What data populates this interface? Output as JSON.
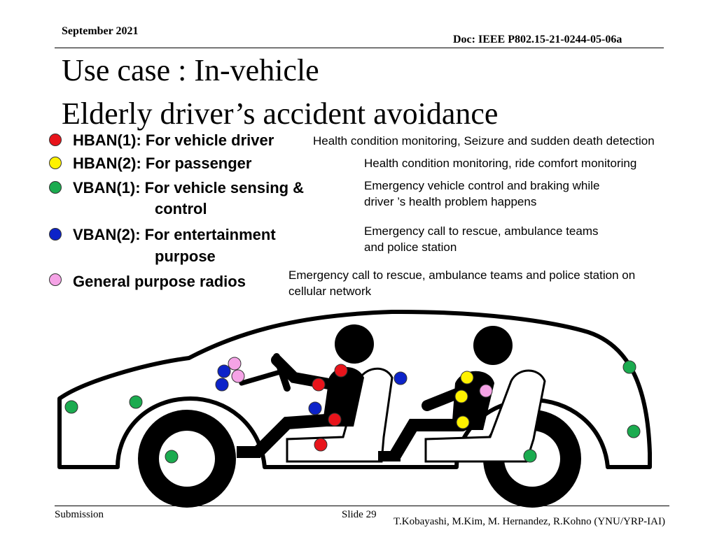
{
  "header": {
    "date": "September 2021",
    "doc_id": "Doc: IEEE P802.15-21-0244-05-06a"
  },
  "title": {
    "line1": "Use case : In-vehicle",
    "line2": "Elderly driver’s accident avoidance"
  },
  "colors": {
    "hban1": "#e8141b",
    "hban2": "#fff200",
    "vban1": "#1bab4f",
    "vban2": "#0c23c9",
    "general": "#f5a3e6"
  },
  "legend": [
    {
      "key": "hban1",
      "label_line1": "HBAN(1): For vehicle driver",
      "label_line2": "",
      "desc_line1": "Health condition monitoring, Seizure and sudden death detection",
      "desc_line2": ""
    },
    {
      "key": "hban2",
      "label_line1": "HBAN(2): For passenger",
      "label_line2": "",
      "desc_line1": "Health condition monitoring, ride comfort monitoring",
      "desc_line2": ""
    },
    {
      "key": "vban1",
      "label_line1": "VBAN(1): For vehicle sensing &",
      "label_line2": "control",
      "desc_line1": "Emergency vehicle control and braking while",
      "desc_line2": "driver ’s health problem happens"
    },
    {
      "key": "vban2",
      "label_line1": "VBAN(2): For entertainment",
      "label_line2": "purpose",
      "desc_line1": "Emergency call to rescue, ambulance teams",
      "desc_line2": "and police station"
    },
    {
      "key": "general",
      "label_line1": "General purpose radios",
      "label_line2": "",
      "desc_line1": "Emergency call to rescue, ambulance teams and police station on",
      "desc_line2": "cellular network"
    }
  ],
  "footer": {
    "left": "Submission",
    "slide": "Slide 29",
    "authors": "T.Kobayashi, M.Kim, M. Hernandez, R.Kohno (YNU/YRP-IAI)"
  }
}
